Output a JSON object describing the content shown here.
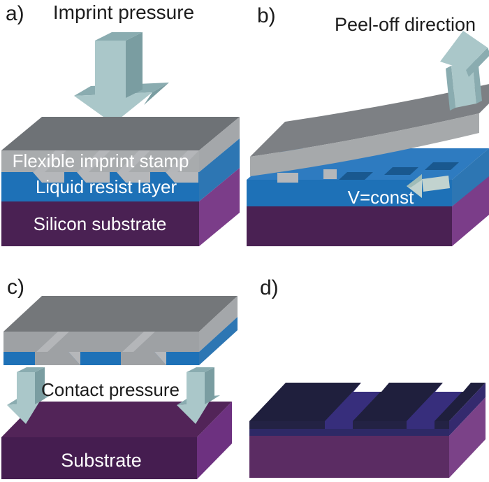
{
  "figure_type": "nanoimprint-lithography-process-diagram",
  "panels": {
    "a": {
      "label": "a)",
      "title": "Imprint pressure",
      "stamp_label": "Flexible imprint stamp",
      "resist_label": "Liquid resist layer",
      "substrate_label": "Silicon substrate"
    },
    "b": {
      "label": "b)",
      "title": "Peel-off direction",
      "velocity_label": "V=const"
    },
    "c": {
      "label": "c)",
      "pressure_label": "Contact pressure",
      "substrate_label": "Substrate"
    },
    "d": {
      "label": "d)"
    }
  },
  "colors": {
    "background": "#ffffff",
    "text_dark": "#1c1c1c",
    "text_light": "#ffffff",
    "stamp_top_a": "#6e7276",
    "stamp_top_b": "#7d8084",
    "stamp_top_c": "#74777a",
    "stamp_front": "#a8abad",
    "stamp_front_b": "#a6a9ab",
    "stamp_front_c": "#9ea1a4",
    "stamp_side": "#a4a7aa",
    "stamp_streak": "#b4b6b9",
    "stamp_tooth": "#b5b7ba",
    "resist_front": "#1e71b7",
    "resist_side": "#2d76b3",
    "resist_top": "#2e7bc0",
    "resist_groove": "#19588f",
    "substrate_front": "#4a2153",
    "substrate_side": "#7b3d89",
    "substrate_top_c": "#522458",
    "substrate_front_c": "#451d50",
    "substrate_side_c": "#6d3180",
    "substrate_front_d": "#5b2c63",
    "substrate_side_d": "#7b4288",
    "cured_top": "#1f1f3d",
    "cured_front": "#232244",
    "cured_side": "#342a6e",
    "cured_groove": "#372e7c",
    "cured_band": "#2e2966",
    "arrow_light": "#aac7c9",
    "arrow_mid": "#8aacb0",
    "arrow_dark": "#7a9da1",
    "arrow_pale": "#c2d3cf",
    "arrow_pale_mid": "#9fbcb8"
  }
}
